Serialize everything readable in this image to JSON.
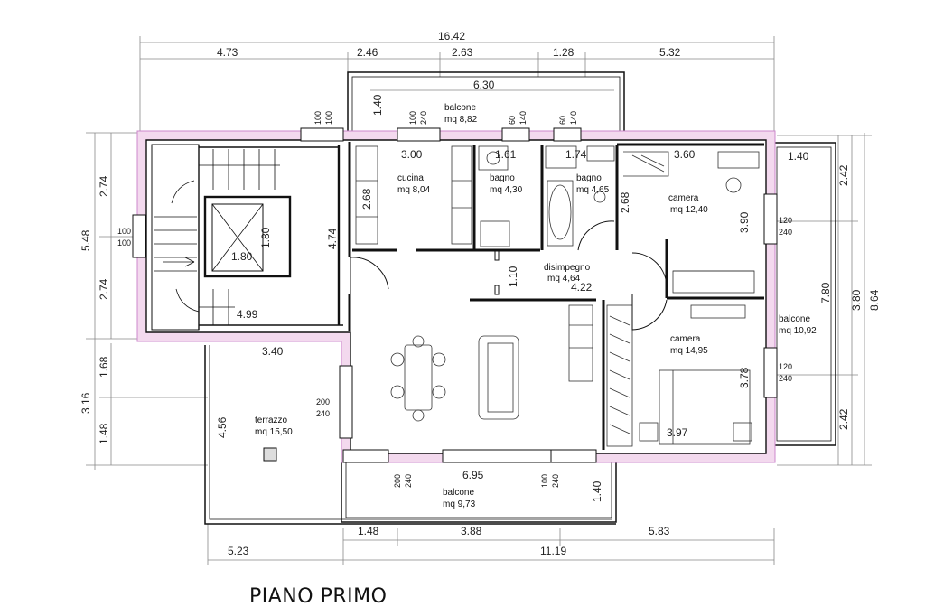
{
  "title": "PIANO PRIMO",
  "dims": {
    "total_top": "16.42",
    "top_1": "4.73",
    "top_2": "2.46",
    "top_3": "2.63",
    "top_4": "1.28",
    "top_5": "5.32",
    "balcone_top_w": "6.30",
    "balcone_top_h": "1.40",
    "left_total": "5.48",
    "left_upper": "2.74",
    "left_lower": "2.74",
    "left_terr_total": "3.16",
    "left_terr_1": "1.68",
    "left_terr_2": "1.48",
    "right_outer": "8.64",
    "right_mid": "3.80",
    "right_mid2": "7.80",
    "right_top": "2.42",
    "right_bottom": "2.42",
    "balcone_right_w": "1.40",
    "bottom_1": "1.48",
    "bottom_2": "3.88",
    "bottom_3": "5.83",
    "bottom_total_left": "5.23",
    "bottom_total_right": "11.19",
    "balcone_bottom_w": "6.95",
    "balcone_bottom_h": "1.40",
    "cucina_w": "3.00",
    "cucina_h": "2.68",
    "bagno1_w": "1.61",
    "bagno2_w": "1.74",
    "bagno2_h": "2.68",
    "camera1_w": "3.60",
    "camera1_h": "3.90",
    "camera2_w": "3.97",
    "camera2_h": "3.78",
    "disimpegno_w": "4.22",
    "disimpegno_h": "1.10",
    "stair_h": "4.74",
    "stair_w": "4.99",
    "lift_w": "1.80",
    "lift_h": "1.80",
    "living_w": "3.40",
    "terrazzo_h": "4.56"
  },
  "windows": {
    "w1_a": "100",
    "w1_b": "100",
    "w2_a": "100",
    "w2_b": "240",
    "w3_a": "60",
    "w3_b": "140",
    "w4_a": "60",
    "w4_b": "140",
    "w5_a": "100",
    "w5_b": "100",
    "w6_a": "120",
    "w6_b": "240",
    "w7_a": "120",
    "w7_b": "240",
    "w8_a": "200",
    "w8_b": "240",
    "w9_a": "200",
    "w9_b": "240",
    "w10_a": "100",
    "w10_b": "240"
  },
  "rooms": {
    "cucina": "cucina",
    "cucina_area": "mq 8,04",
    "bagno1": "bagno",
    "bagno1_area": "mq 4,30",
    "bagno2": "bagno",
    "bagno2_area": "mq 4,65",
    "camera1": "camera",
    "camera1_area": "mq 12,40",
    "camera2": "camera",
    "camera2_area": "mq 14,95",
    "disimpegno": "disimpegno",
    "disimpegno_area": "mq 4,64",
    "balcone_top": "balcone",
    "balcone_top_area": "mq 8,82",
    "balcone_right": "balcone",
    "balcone_right_area": "mq 10,92",
    "balcone_bottom": "balcone",
    "balcone_bottom_area": "mq 9,73",
    "terrazzo": "terrazzo",
    "terrazzo_area": "mq 15,50"
  }
}
